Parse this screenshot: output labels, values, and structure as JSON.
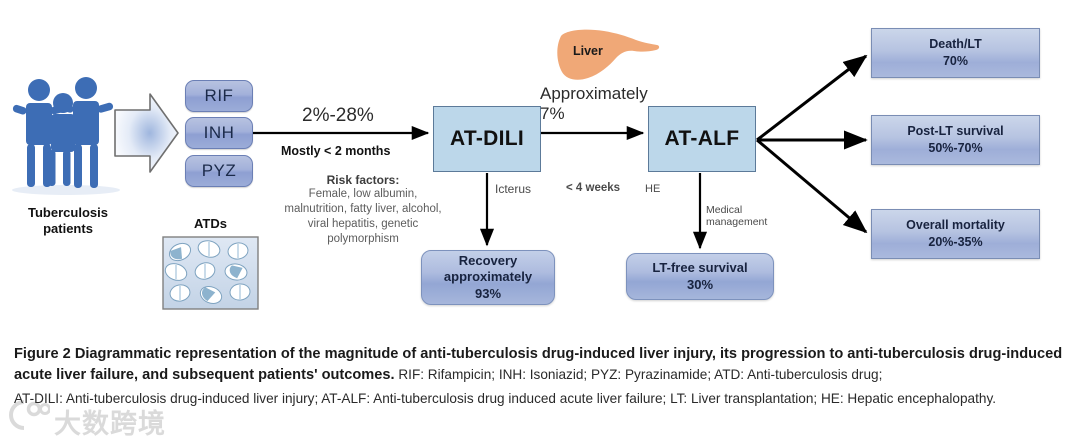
{
  "figure": {
    "patients": {
      "label": "Tuberculosis\npatients",
      "line1": "Tuberculosis",
      "line2": "patients"
    },
    "drugs": {
      "caption": "ATDs",
      "items": [
        {
          "label": "RIF"
        },
        {
          "label": "INH"
        },
        {
          "label": "PYZ"
        }
      ]
    },
    "edges": {
      "incidence": "2%-28%",
      "timing": "Mostly < 2 months",
      "approximately": "Approximately",
      "approximately_value": "7%",
      "weeks": "< 4 weeks",
      "icterus": "Icterus",
      "he": "HE",
      "medical_management_line1": "Medical",
      "medical_management_line2": "management"
    },
    "risk_factors": {
      "title": "Risk factors:",
      "line1": "Female, low albumin,",
      "line2": "malnutrition, fatty liver, alcohol,",
      "line3": "viral hepatitis, genetic",
      "line4": "polymorphism"
    },
    "liver": {
      "label": "Liver",
      "color": "#F0A877"
    },
    "nodes": {
      "at_dili": "AT-DILI",
      "at_alf": "AT-ALF"
    },
    "outcomes": {
      "recovery": {
        "line1": "Recovery",
        "line2": "approximately",
        "line3": "93%"
      },
      "lt_free": {
        "line1": "LT-free survival",
        "line2": "30%"
      },
      "death_lt": {
        "line1": "Death/LT",
        "line2": "70%"
      },
      "post_lt": {
        "line1": "Post-LT survival",
        "line2": "50%-70%"
      },
      "overall_mortality": {
        "line1": "Overall mortality",
        "line2": "20%-35%"
      }
    },
    "colors": {
      "box_flat": "#BCD7EA",
      "box_flat_border": "#5C7A99",
      "pill_top": "#B7C2E0",
      "pill_bottom": "#9BACD8",
      "people_blue": "#3D6DB5",
      "liver_orange": "#F0A877",
      "arrow_black": "#000000"
    }
  },
  "caption": {
    "bold_part": "Figure 2 Diagrammatic representation of the magnitude of anti-tuberculosis drug-induced liver injury, its progression to anti-tuberculosis drug-induced acute liver failure, and subsequent patients' outcomes.",
    "abbrev_part": " RIF: Rifampicin; INH: Isoniazid; PYZ: Pyrazinamide; ATD: Anti-tuberculosis drug;",
    "line3": "AT-DILI: Anti-tuberculosis drug-induced liver injury; AT-ALF: Anti-tuberculosis drug induced acute liver failure; LT: Liver transplantation; HE: Hepatic encephalopathy."
  },
  "watermark": {
    "text": "大数跨境"
  }
}
